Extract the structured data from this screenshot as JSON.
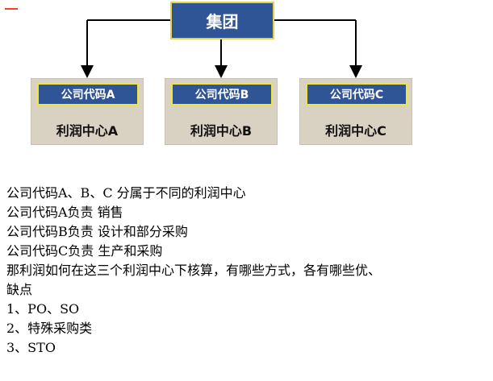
{
  "diagram": {
    "root_label": "集团",
    "nodes": [
      {
        "company_code": "公司代码A",
        "profit_center": "利润中心A"
      },
      {
        "company_code": "公司代码B",
        "profit_center": "利润中心B"
      },
      {
        "company_code": "公司代码C",
        "profit_center": "利润中心C"
      }
    ]
  },
  "body_text": {
    "lines": [
      "公司代码A、B、C 分属于不同的利润中心",
      "公司代码A负责 销售",
      "公司代码B负责 设计和部分采购",
      "公司代码C负责 生产和采购",
      "那利润如何在这三个利润中心下核算，有哪些方式，各有哪些优、",
      "缺点",
      "",
      "1、PO、SO",
      "2、特殊采购类",
      "3、STO"
    ]
  },
  "colors": {
    "group_fill": "#2f5597",
    "group_border": "#e2d34a",
    "profit_center_fill": "#d9d1c2",
    "company_code_border": "#f0e53a",
    "corner_mark": "#ff3b30"
  }
}
